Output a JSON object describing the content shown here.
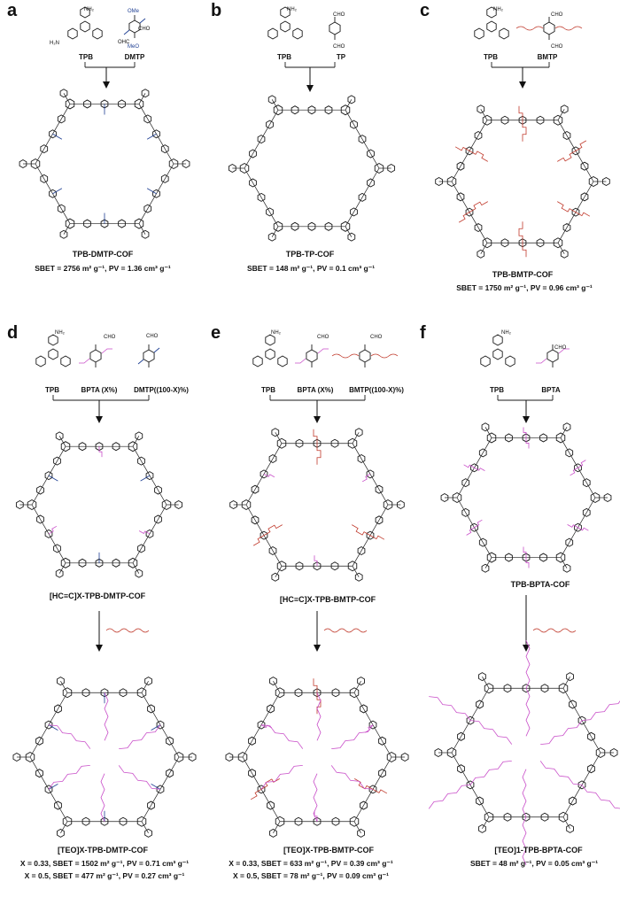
{
  "panels": {
    "a": {
      "letter": "a",
      "monomer_1": "TPB",
      "monomer_2": "DMTP",
      "cof": "TPB-DMTP-COF",
      "stats": "SBET = 2756 m² g⁻¹, PV = 1.36 cm³ g⁻¹"
    },
    "b": {
      "letter": "b",
      "monomer_1": "TPB",
      "monomer_2": "TP",
      "cof": "TPB-TP-COF",
      "stats": "SBET = 148 m² g⁻¹, PV = 0.1 cm³ g⁻¹"
    },
    "c": {
      "letter": "c",
      "monomer_1": "TPB",
      "monomer_2": "BMTP",
      "cof": "TPB-BMTP-COF",
      "stats": "SBET = 1750 m² g⁻¹, PV = 0.96 cm³ g⁻¹"
    },
    "d": {
      "letter": "d",
      "monomer_1": "TPB",
      "monomer_2": "BPTA (X%)",
      "monomer_3": "DMTP((100-X)%)",
      "intermediate": "[HC≡C]X-TPB-DMTP-COF",
      "cof": "[TEO]X-TPB-DMTP-COF",
      "stats_1": "X = 0.33, SBET = 1502 m² g⁻¹, PV = 0.71 cm³ g⁻¹",
      "stats_2": "X = 0.5, SBET = 477 m² g⁻¹, PV = 0.27 cm³ g⁻¹"
    },
    "e": {
      "letter": "e",
      "monomer_1": "TPB",
      "monomer_2": "BPTA (X%)",
      "monomer_3": "BMTP((100-X)%)",
      "intermediate": "[HC≡C]X-TPB-BMTP-COF",
      "cof": "[TEO]X-TPB-BMTP-COF",
      "stats_1": "X = 0.33, SBET = 633 m² g⁻¹, PV = 0.39 cm³ g⁻¹",
      "stats_2": "X = 0.5, SBET = 78 m² g⁻¹, PV = 0.09 cm³ g⁻¹"
    },
    "f": {
      "letter": "f",
      "monomer_1": "TPB",
      "monomer_2": "BPTA",
      "intermediate": "TPB-BPTA-COF",
      "cof": "[TEO]1-TPB-BPTA-COF",
      "stats": "SBET = 48 m² g⁻¹, PV = 0.05 cm³ g⁻¹"
    }
  },
  "labels": {
    "nh2": "NH₂",
    "h2n": "H₂N",
    "cho": "CHO",
    "ohc": "OHC",
    "ome": "OMe",
    "meo": "MeO"
  },
  "colors": {
    "framework": "#1a1a1a",
    "methoxy": "#1f3f93",
    "propargyl": "#c2185b",
    "teo_chain": "#c0392b",
    "click_chain": "#c94fc9"
  }
}
